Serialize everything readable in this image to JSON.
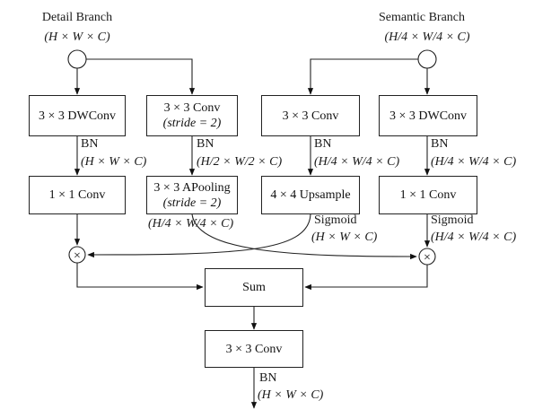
{
  "detail_branch": {
    "title": "Detail Branch",
    "shape": "(H × W × C)"
  },
  "semantic_branch": {
    "title": "Semantic Branch",
    "shape": "(H/4 × W/4 × C)"
  },
  "boxes": {
    "d_dwconv": "3 × 3 DWConv",
    "d_conv_line1": "3 × 3 Conv",
    "d_conv_line2": "(stride = 2)",
    "s_conv": "3 × 3 Conv",
    "s_dwconv": "3 × 3 DWConv",
    "d_1x1": "1 × 1 Conv",
    "apool_line1": "3 × 3 APooling",
    "apool_line2": "(stride = 2)",
    "upsample": "4 × 4 Upsample",
    "s_1x1": "1 × 1 Conv",
    "sum": "Sum",
    "final_conv": "3 × 3 Conv"
  },
  "labels": {
    "bn1": "BN",
    "bn1_shape": "(H × W × C)",
    "bn2": "BN",
    "bn2_shape": "(H/2 × W/2 × C)",
    "bn3": "BN",
    "bn3_shape": "(H/4 × W/4 × C)",
    "bn4": "BN",
    "bn4_shape": "(H/4 × W/4 × C)",
    "apool_shape": "(H/4 × W/4 × C)",
    "sigmoid1": "Sigmoid",
    "sigmoid1_shape": "(H × W × C)",
    "sigmoid2": "Sigmoid",
    "sigmoid2_shape": "(H/4 × W/4 × C)",
    "bn_out": "BN",
    "bn_out_shape": "(H × W × C)"
  },
  "multiply_symbol": "×"
}
